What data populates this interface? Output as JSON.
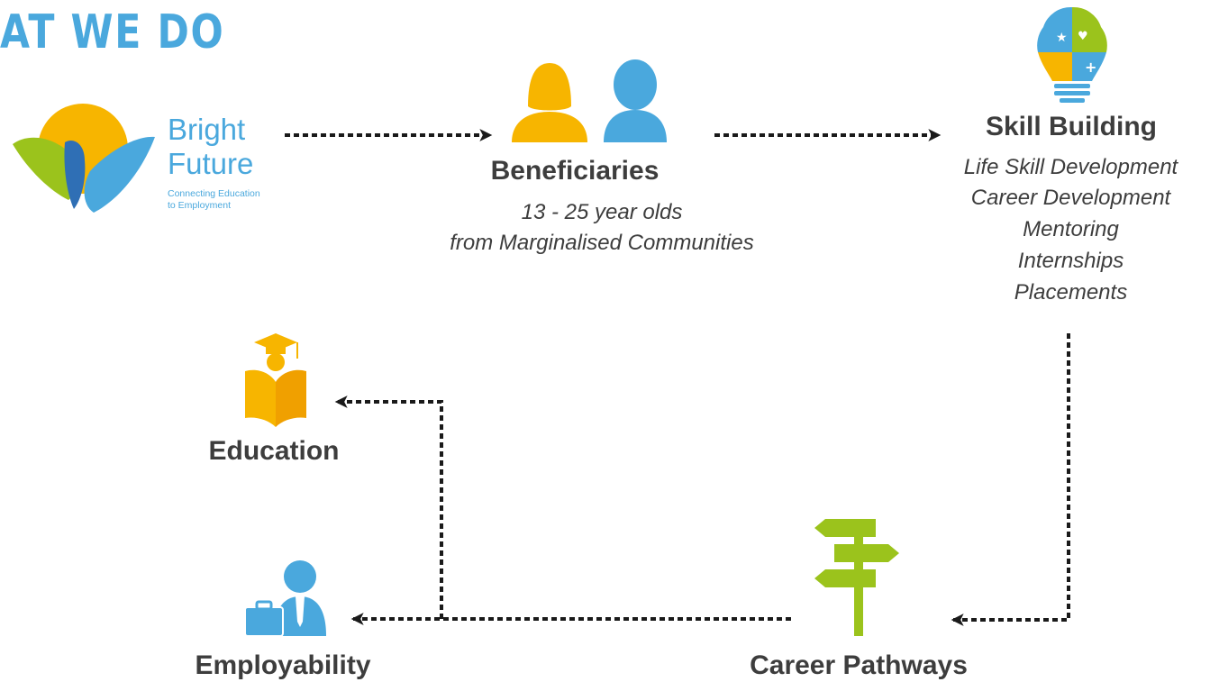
{
  "heading": "AT WE DO",
  "logo": {
    "line1": "Bright",
    "line2": "Future",
    "tagline1": "Connecting Education",
    "tagline2": "to Employment"
  },
  "nodes": {
    "beneficiaries": {
      "title": "Beneficiaries",
      "lines": [
        "13 - 25 year olds",
        "from Marginalised Communities"
      ]
    },
    "skill_building": {
      "title": "Skill Building",
      "lines": [
        "Life Skill Development",
        "Career Development",
        "Mentoring",
        "Internships",
        "Placements"
      ]
    },
    "career_pathways": {
      "title": "Career Pathways"
    },
    "education": {
      "title": "Education"
    },
    "employability": {
      "title": "Employability"
    }
  },
  "colors": {
    "blue": "#4aa8dd",
    "yellow": "#f7b500",
    "green": "#9bc31c",
    "text": "#3d3d3d",
    "arrow": "#1a1a1a"
  }
}
